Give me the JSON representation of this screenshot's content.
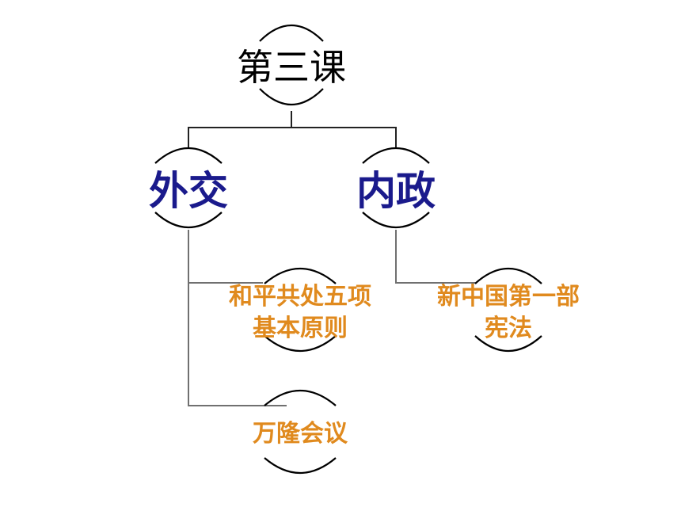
{
  "root": {
    "label": "第三课"
  },
  "branches": [
    {
      "label": "外交",
      "color": "#1a1a8c"
    },
    {
      "label": "内政",
      "color": "#1a1a8c"
    }
  ],
  "leaves": [
    {
      "lines": [
        "和平共处五项",
        "基本原则"
      ],
      "branch": "外交",
      "color": "#e08a1e"
    },
    {
      "lines": [
        "万隆会议"
      ],
      "branch": "外交",
      "color": "#e08a1e"
    },
    {
      "lines": [
        "新中国第一部",
        "宪法"
      ],
      "branch": "内政",
      "color": "#e08a1e"
    }
  ]
}
